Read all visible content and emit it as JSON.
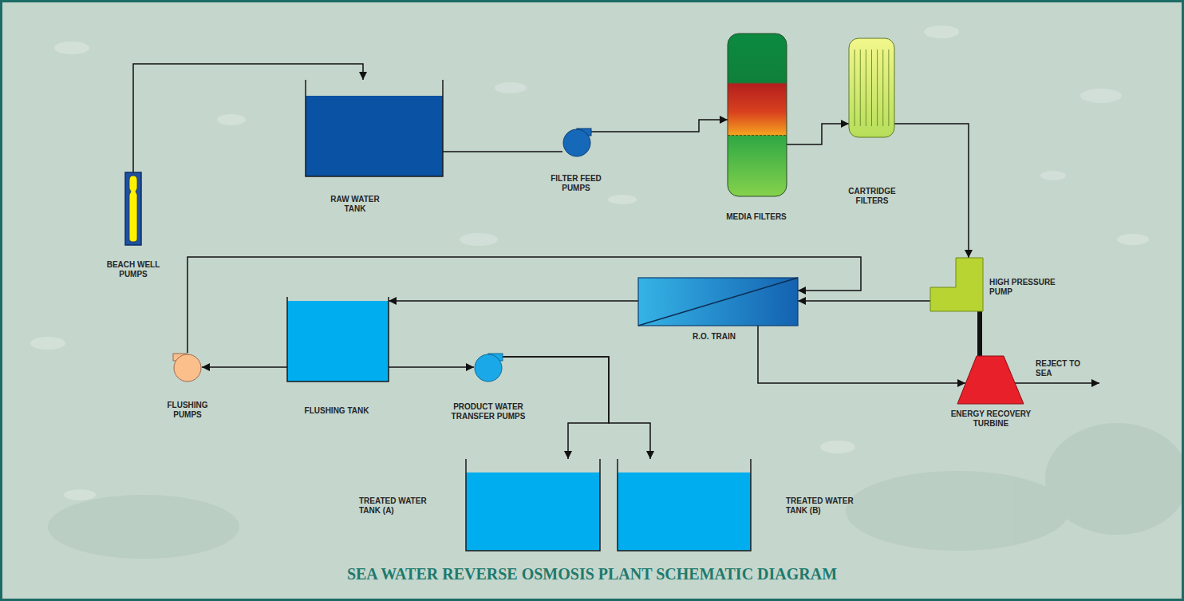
{
  "diagram": {
    "title": "SEA WATER REVERSE OSMOSIS PLANT SCHEMATIC DIAGRAM",
    "nodes": [
      {
        "text": [
          "BEACH WELL PUMPS"
        ]
      },
      {
        "text": [
          "RAW WATER TANK"
        ]
      },
      {
        "text": [
          "FILTER FEED PUMPS"
        ]
      },
      {
        "text": [
          "MEDIA FILTERS"
        ]
      },
      {
        "text": [
          "CARTRIDGE FILTERS"
        ]
      },
      {
        "text": [
          "HIGH PRESSURE PUMP"
        ]
      },
      {
        "text": [
          "R.O. TRAIN"
        ]
      },
      {
        "text": [
          "ENERGY RECOVERY TURBINE"
        ]
      },
      {
        "text": [
          "FLUSHING TANK"
        ]
      },
      {
        "text": [
          "FLUSHING PUMPS"
        ]
      },
      {
        "text": [
          "PRODUCT WATER TRANSFER PUMPS"
        ]
      },
      {
        "text": [
          "TREATED WATER TANK (A)"
        ]
      },
      {
        "text": [
          "TREATED WATER TANK (B)"
        ]
      }
    ],
    "edges": [
      {
        "from": 0,
        "to": 1,
        "arrow": "to"
      },
      {
        "from": 1,
        "to": 2,
        "arrow": "none"
      },
      {
        "from": 2,
        "to": 3,
        "arrow": "to"
      },
      {
        "from": 3,
        "to": 4,
        "arrow": "to"
      },
      {
        "from": 4,
        "to": 5,
        "arrow": "to"
      },
      {
        "from": 5,
        "to": 6,
        "arrow": "to"
      },
      {
        "from": 9,
        "to": 6,
        "arrow": "to"
      },
      {
        "from": 6,
        "to": 8,
        "arrow": "to"
      },
      {
        "from": 6,
        "to": 7,
        "arrow": "to"
      },
      {
        "from": 5,
        "to": 7,
        "arrow": "none"
      },
      {
        "from": 8,
        "to": 9,
        "arrow": "to"
      },
      {
        "from": 8,
        "to": 10,
        "arrow": "to"
      },
      {
        "from": 10,
        "to": 11,
        "arrow": "to"
      },
      {
        "from": 10,
        "to": 12,
        "arrow": "to"
      }
    ],
    "labels": [
      "REJECT TO SEA"
    ]
  }
}
